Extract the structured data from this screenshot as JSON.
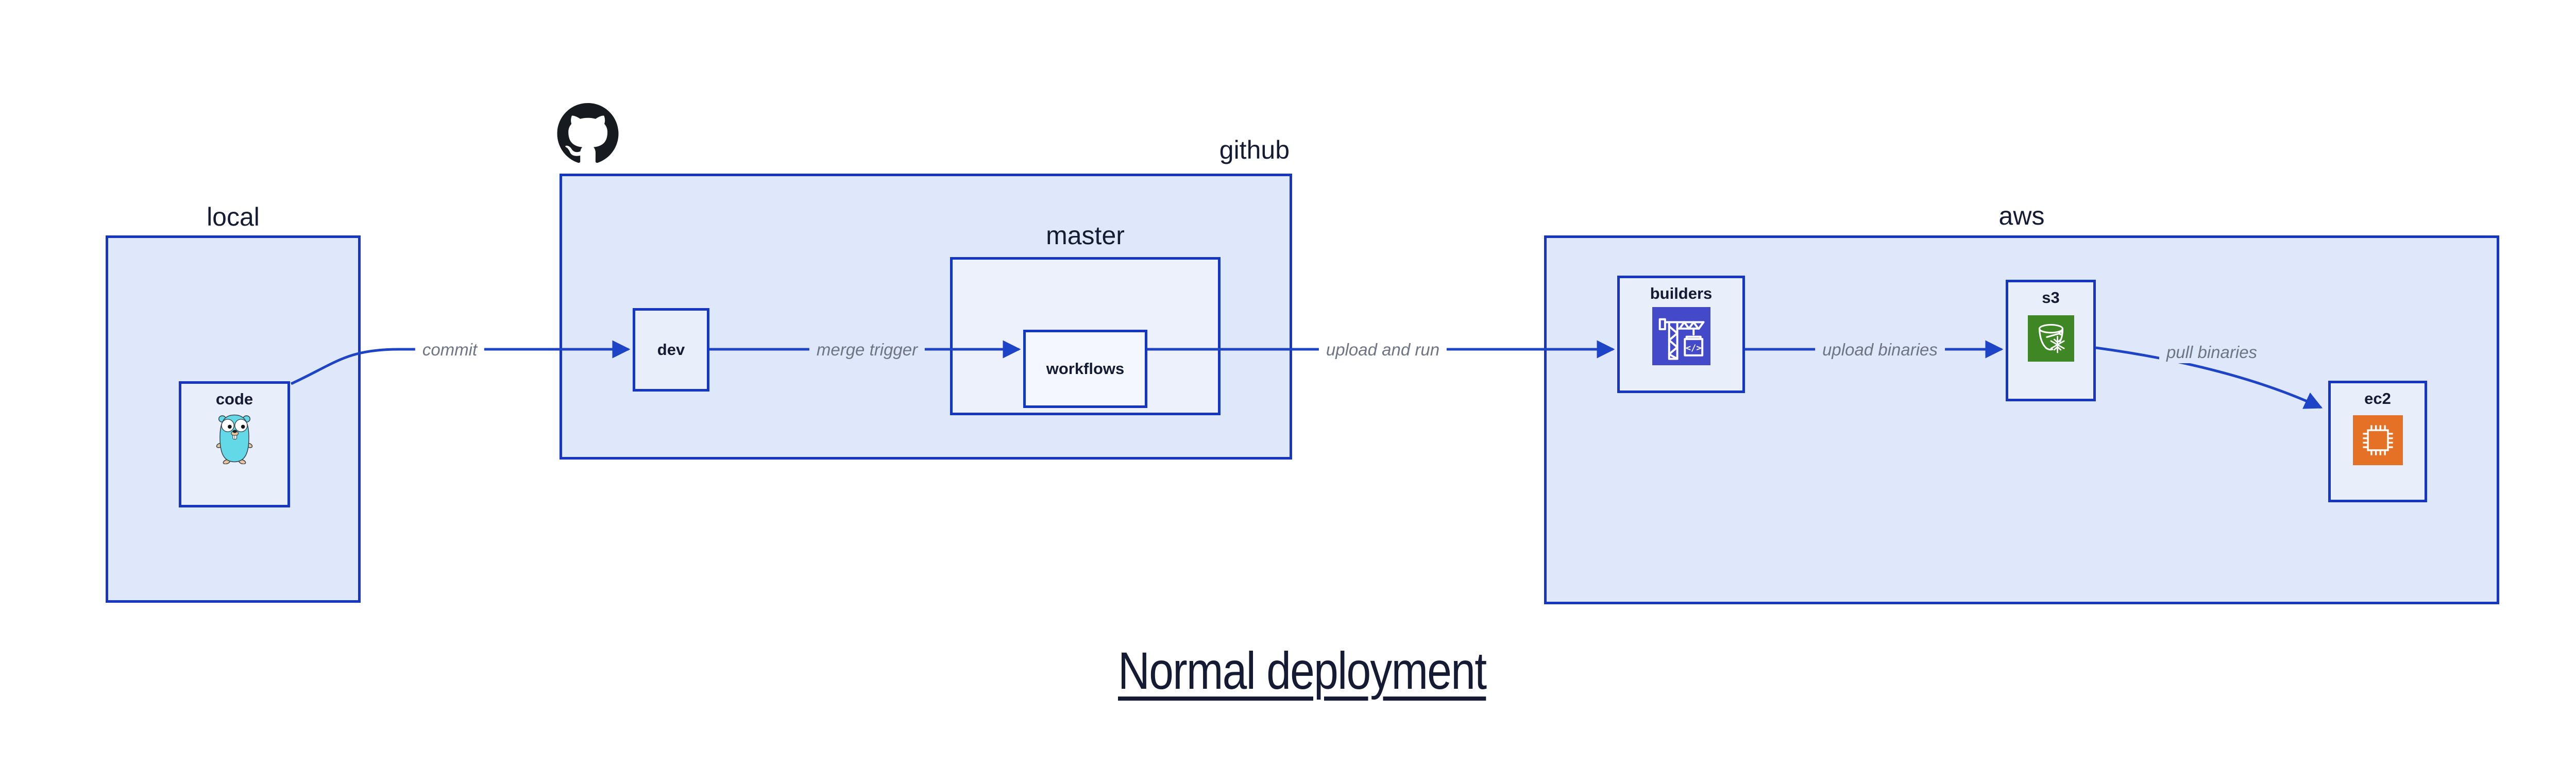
{
  "diagram": {
    "title": "Normal deployment",
    "groups": {
      "local": {
        "label": "local"
      },
      "github": {
        "label": "github"
      },
      "master": {
        "label": "master"
      },
      "aws": {
        "label": "aws"
      }
    },
    "nodes": {
      "code": {
        "label": "code",
        "icon": "go-gopher-icon"
      },
      "dev": {
        "label": "dev"
      },
      "workflows": {
        "label": "workflows"
      },
      "builders": {
        "label": "builders",
        "icon": "aws-codebuild-icon"
      },
      "s3": {
        "label": "s3",
        "icon": "aws-s3-glacier-icon"
      },
      "ec2": {
        "label": "ec2",
        "icon": "aws-ec2-icon"
      }
    },
    "edges": {
      "commit": {
        "label": "commit"
      },
      "merge_trigger": {
        "label": "merge trigger"
      },
      "upload_and_run": {
        "label": "upload and run"
      },
      "upload_binaries": {
        "label": "upload binaries"
      },
      "pull_binaries": {
        "label": "pull binaries"
      }
    },
    "icons": {
      "github_logo": "github-octocat-icon",
      "codebuild_glyph": "</>"
    },
    "colors": {
      "group_fill": "#dfe7fa",
      "node_fill": "#e9eefb",
      "master_fill": "#edf1fc",
      "workflows_fill": "#f4f7fd",
      "border_blue": "#1536c2",
      "arrow_blue": "#1d43c6",
      "label_text": "#141b33",
      "edge_label_gray": "#6e7482",
      "codebuild_bg": "#4349c8",
      "s3_bg": "#3f8624",
      "ec2_bg": "#e47125",
      "gopher_teal": "#63d8e6",
      "octocat_black": "#171b20"
    }
  }
}
